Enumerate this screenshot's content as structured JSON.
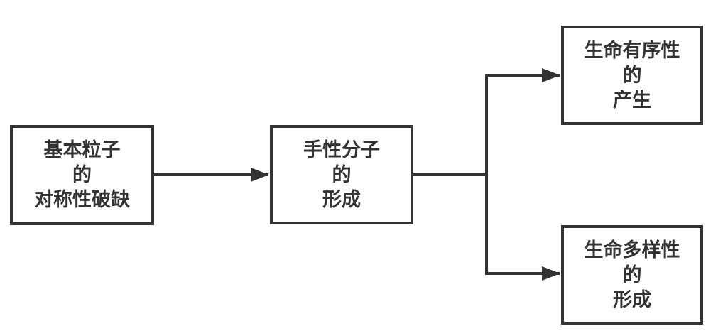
{
  "diagram": {
    "type": "flowchart",
    "direction": "left-to-right",
    "nodes": [
      {
        "id": "symmetry-breaking",
        "lines": [
          "基本粒子",
          "的",
          "对称性破缺"
        ]
      },
      {
        "id": "chiral-molecules",
        "lines": [
          "手性分子",
          "的",
          "形成"
        ]
      },
      {
        "id": "life-order",
        "lines": [
          "生命有序性",
          "的",
          "产生"
        ]
      },
      {
        "id": "life-diversity",
        "lines": [
          "生命多样性",
          "的",
          "形成"
        ]
      }
    ],
    "edges": [
      {
        "from": "symmetry-breaking",
        "to": "chiral-molecules",
        "arrow": true
      },
      {
        "from": "chiral-molecules",
        "to": "life-order",
        "arrow": true
      },
      {
        "from": "chiral-molecules",
        "to": "life-diversity",
        "arrow": true
      }
    ]
  },
  "style": {
    "line_color": "#333333",
    "text_color": "#333333",
    "background_color": "#ffffff"
  }
}
